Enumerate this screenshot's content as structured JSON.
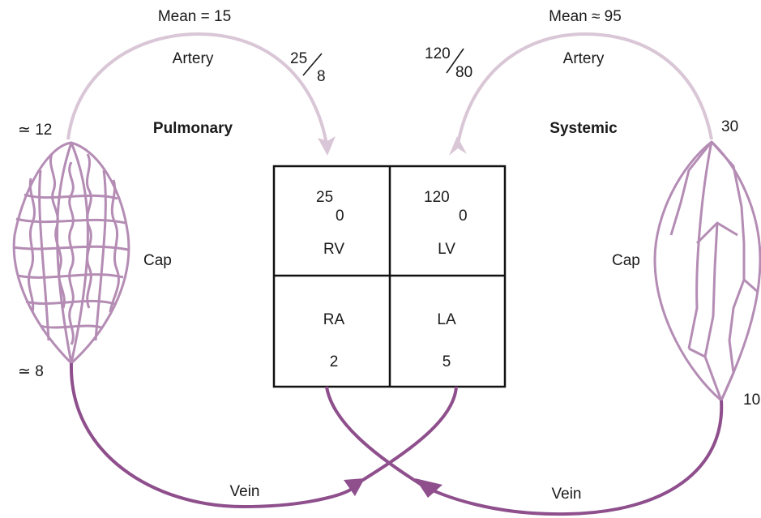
{
  "colors": {
    "artery": "#d9c6d6",
    "capillary": "#b48cb4",
    "vein": "#8e4f8c",
    "box_border": "#111111",
    "text": "#1a1a1a"
  },
  "pulmonary": {
    "title": "Pulmonary",
    "mean_label": "Mean = 15",
    "artery_label": "Artery",
    "artery_pressure_sys": "25",
    "artery_pressure_dia": "8",
    "cap_label": "Cap",
    "pressure_in": "≃ 12",
    "pressure_out": "≃ 8",
    "vein_label": "Vein"
  },
  "systemic": {
    "title": "Systemic",
    "mean_label": "Mean ≈ 95",
    "artery_label": "Artery",
    "artery_pressure_sys": "120",
    "artery_pressure_dia": "80",
    "cap_label": "Cap",
    "pressure_in": "30",
    "pressure_out": "10",
    "vein_label": "Vein"
  },
  "heart": {
    "rv": {
      "label": "RV",
      "sys": "25",
      "dia": "0"
    },
    "lv": {
      "label": "LV",
      "sys": "120",
      "dia": "0"
    },
    "ra": {
      "label": "RA",
      "value": "2"
    },
    "la": {
      "label": "LA",
      "value": "5"
    }
  }
}
